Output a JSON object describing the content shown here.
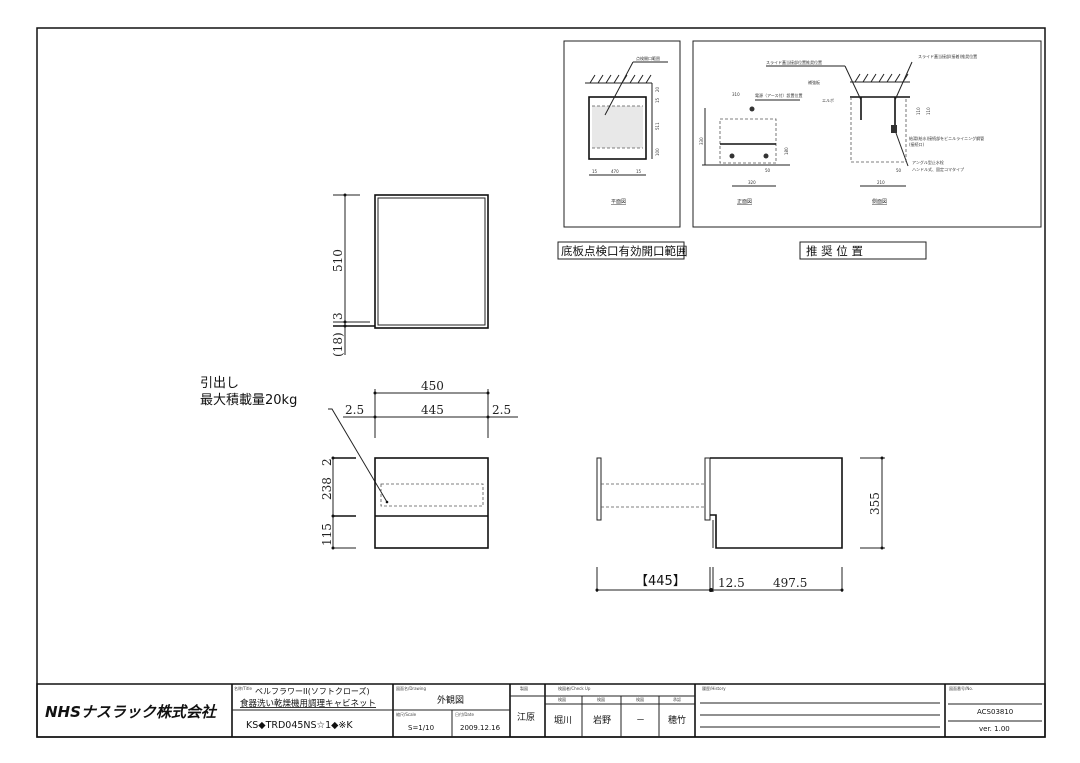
{
  "top_view": {
    "dims": [
      "510",
      "3",
      "(18)"
    ]
  },
  "front_view": {
    "note_line1": "引出し",
    "note_line2": "最大積載量20kg",
    "dims_top": [
      "450",
      "2.5",
      "445",
      "2.5"
    ],
    "dims_left": [
      "2",
      "238",
      "115"
    ]
  },
  "side_view": {
    "dims": [
      "355",
      "【445】",
      "12.5",
      "497.5"
    ]
  },
  "inspection_panel": {
    "title": "底板点検口有効開口範囲",
    "callout": "点検開口範囲",
    "view_label": "平面図",
    "dims": [
      "20",
      "15",
      "511",
      "100",
      "15",
      "470",
      "15"
    ]
  },
  "recommended_panel": {
    "title": "推 奨 位 置",
    "callouts": [
      "スライド蓋当接部位置推奨位置",
      "スライド蓋当接部(接着)推奨位置",
      "補強板",
      "電源（アース付）設置位置",
      "エルボ",
      "給湯(給水)接続部をビニルライニング鋼管",
      "(接続口)",
      "アングル型止水栓",
      "ハンドル式、固定コマタイプ"
    ],
    "view_labels": [
      "正面図",
      "側面図"
    ],
    "dims": [
      "310",
      "110",
      "180",
      "330",
      "320",
      "50",
      "110",
      "50",
      "210"
    ]
  },
  "title_block": {
    "company": "NHSナスラック株式会社",
    "title_label": "名称/Title",
    "title_line1": "ベルフラワーII(ソフトクローズ)",
    "title_line2": "食器洗い乾燥機用調理キャビネット",
    "model": "KS◆TRD045NS☆1◆※K",
    "drawing_label": "図面名/Drawing",
    "drawing": "外観図",
    "scale_label": "縮尺/Scale",
    "scale": "S=1/10",
    "date_label": "日付/Date",
    "date": "2009.12.16",
    "drafter_label": "製図",
    "drafter": "江原",
    "check_label": "検図者/Check Up",
    "checkers": [
      {
        "label": "検図",
        "name": "堀川"
      },
      {
        "label": "検図",
        "name": "岩野"
      },
      {
        "label": "検図",
        "name": "－"
      },
      {
        "label": "承認",
        "name": "穂竹"
      }
    ],
    "history_label": "履歴/History",
    "number_label": "図面番号/No.",
    "number": "ACS03810",
    "version": "ver. 1.00"
  }
}
